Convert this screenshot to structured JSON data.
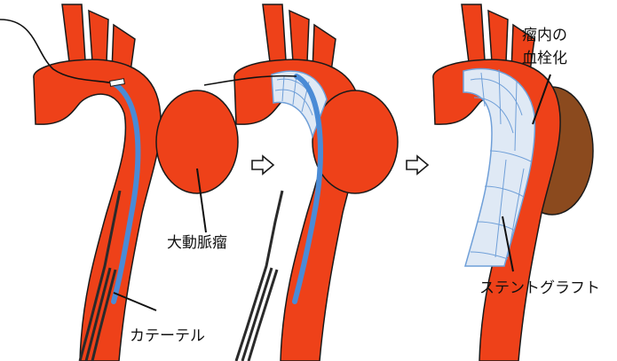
{
  "colors": {
    "aorta": "#ee4119",
    "outline": "#1a1a1a",
    "catheter": "#2a2a2a",
    "guidewire": "#4a8bd6",
    "stent_fill": "#dfe9f5",
    "stent_line": "#6f9fd8",
    "thrombus": "#8b4a1e",
    "arrow": "#ffffff"
  },
  "labels": {
    "aneurysm": "大動脈瘤",
    "catheter": "カテーテル",
    "thrombosis_line1": "瘤内の",
    "thrombosis_line2": "血栓化",
    "stent_graft": "ステントグラフト"
  },
  "icons": [
    "right-arrow-icon",
    "right-arrow-icon"
  ]
}
